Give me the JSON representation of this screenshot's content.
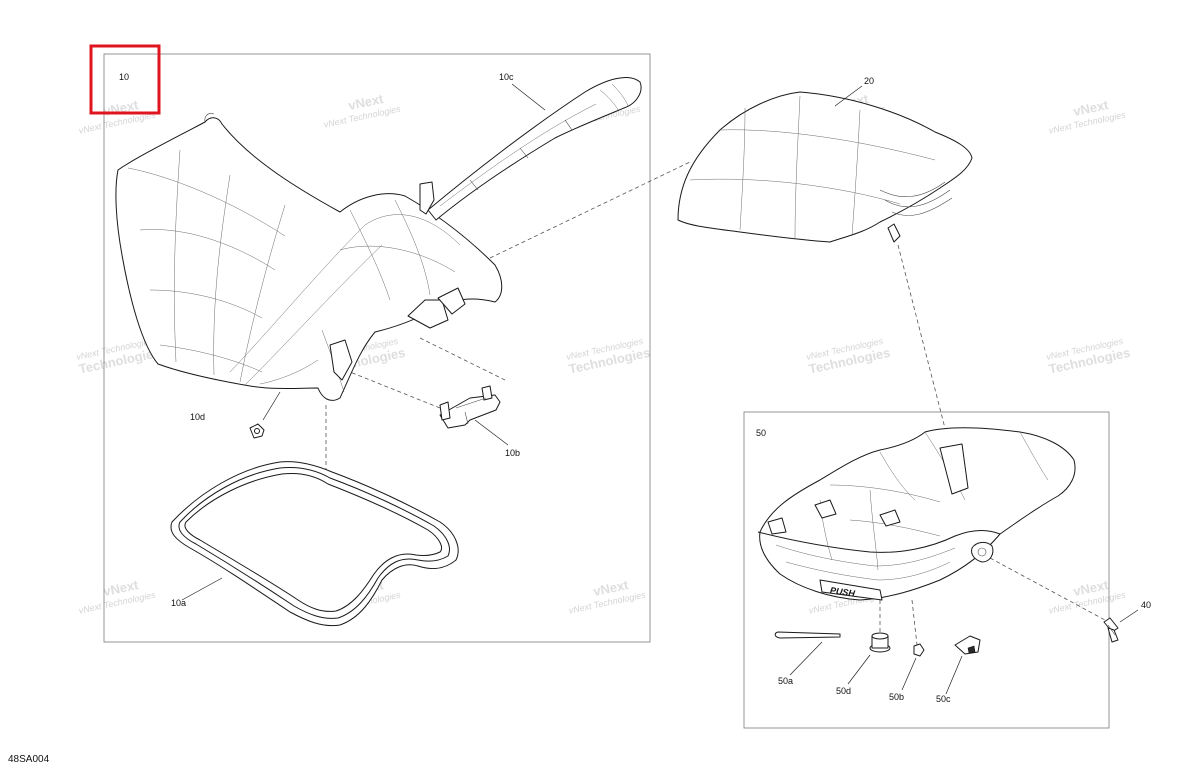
{
  "diagram_id": "48SA004",
  "watermark": {
    "line1": "vNext",
    "line2": "Technologies",
    "full": "vNext Technologies"
  },
  "groups": {
    "seat_assembly": {
      "label": "10"
    },
    "storage_bin": {
      "label": "50"
    }
  },
  "parts": [
    {
      "id": "10a",
      "label": "10a"
    },
    {
      "id": "10b",
      "label": "10b"
    },
    {
      "id": "10c",
      "label": "10c"
    },
    {
      "id": "10d",
      "label": "10d"
    },
    {
      "id": "20",
      "label": "20"
    },
    {
      "id": "40",
      "label": "40"
    },
    {
      "id": "50a",
      "label": "50a"
    },
    {
      "id": "50b",
      "label": "50b"
    },
    {
      "id": "50c",
      "label": "50c"
    },
    {
      "id": "50d",
      "label": "50d"
    }
  ],
  "bin_embossing": "PUSH",
  "colors": {
    "highlight": "#e0141e",
    "line": "#1a1a1a",
    "watermark": "#d4d4d4"
  }
}
